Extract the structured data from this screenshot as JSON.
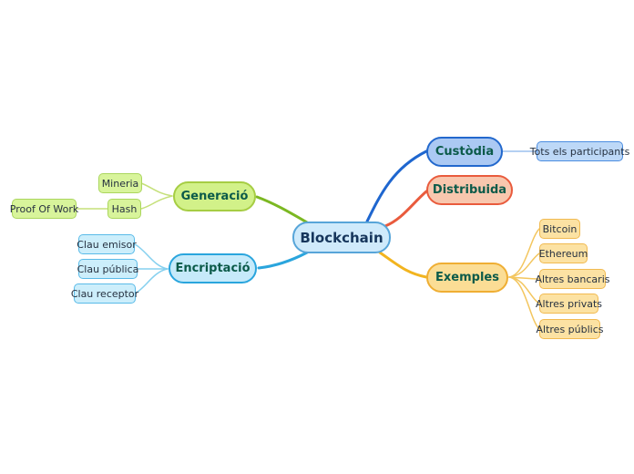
{
  "mindmap": {
    "root": {
      "label": "Blockchain",
      "fill": "#cfeafb",
      "border": "#57a5d9",
      "text_color": "#16365c"
    },
    "branches": [
      {
        "id": "custodia",
        "label": "Custòdia",
        "fill": "#abc9f3",
        "border": "#2268cd",
        "line_color": "#1e66cf",
        "children": [
          {
            "label": "Tots els participants"
          }
        ]
      },
      {
        "id": "distribuida",
        "label": "Distribuida",
        "fill": "#f8c7ae",
        "border": "#e95b3d",
        "line_color": "#e95b3d",
        "children": []
      },
      {
        "id": "exemples",
        "label": "Exemples",
        "fill": "#fbdd95",
        "border": "#efae33",
        "line_color": "#f2b41f",
        "children": [
          {
            "label": "Bitcoin"
          },
          {
            "label": "Ethereum"
          },
          {
            "label": "Altres bancaris"
          },
          {
            "label": "Altres privats"
          },
          {
            "label": "Altres públics"
          }
        ]
      },
      {
        "id": "generacio",
        "label": "Generació",
        "fill": "#d2f189",
        "border": "#a6cd43",
        "line_color": "#7cb822",
        "children": [
          {
            "label": "Mineria"
          },
          {
            "label": "Hash",
            "children": [
              {
                "label": "Proof Of Work"
              }
            ]
          }
        ]
      },
      {
        "id": "encriptacio",
        "label": "Encriptació",
        "fill": "#c6eafa",
        "border": "#2aa5dd",
        "line_color": "#2aa5dd",
        "children": [
          {
            "label": "Clau emisor"
          },
          {
            "label": "Clau pública"
          },
          {
            "label": "Clau receptor"
          }
        ]
      }
    ],
    "branch_text_color": "#0b5a49",
    "child_text_color": "#263140",
    "background_color": "#ffffff"
  }
}
